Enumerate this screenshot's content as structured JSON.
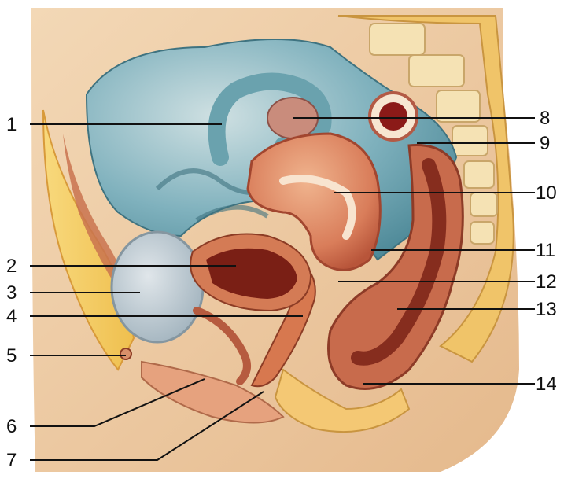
{
  "labels": {
    "1": "1",
    "2": "2",
    "3": "3",
    "4": "4",
    "5": "5",
    "6": "6",
    "7": "7",
    "8": "8",
    "9": "9",
    "10": "10",
    "11": "11",
    "12": "12",
    "13": "13",
    "14": "14"
  },
  "colors": {
    "background": "#ffffff",
    "skin": "#f1d0a8",
    "fat": "#f6cf6e",
    "peritoneum": "#5e98a6",
    "muscle": "#d9765a",
    "mucosa": "#8b2a1c",
    "bladder": "#b7c4cc",
    "bone": "#f5e2b4",
    "label_text": "#111111"
  }
}
